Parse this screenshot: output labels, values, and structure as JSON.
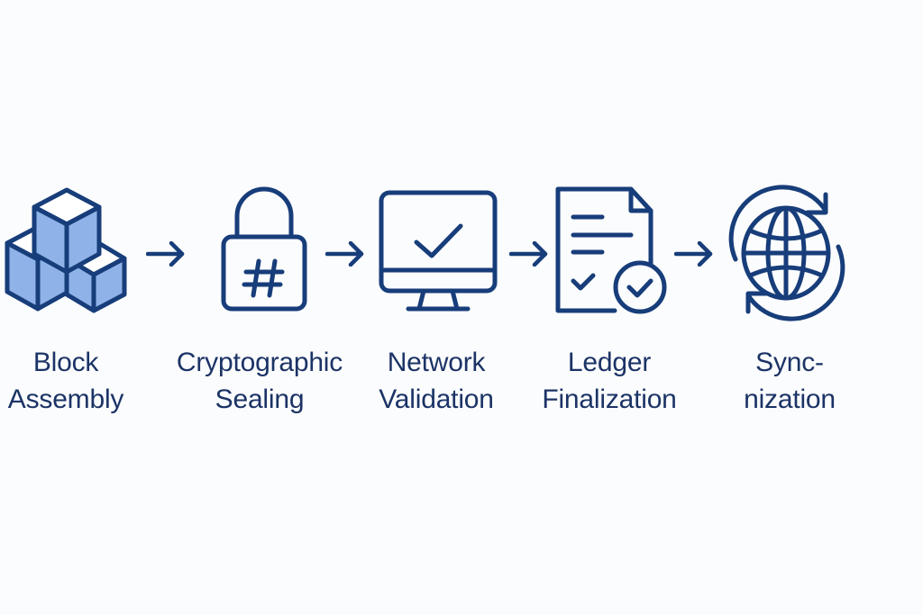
{
  "diagram": {
    "type": "process-flow",
    "colors": {
      "stroke": "#173d7a",
      "fill_light": "#8fb3e8",
      "text": "#1b3366",
      "background": "#fbfcfd"
    },
    "steps": [
      {
        "icon": "cubes-icon",
        "label_line1": "Block",
        "label_line2": "Assembly"
      },
      {
        "icon": "padlock-hash-icon",
        "label_line1": "Cryptographic",
        "label_line2": "Sealing"
      },
      {
        "icon": "monitor-check-icon",
        "label_line1": "Network",
        "label_line2": "Validation"
      },
      {
        "icon": "document-check-icon",
        "label_line1": "Ledger",
        "label_line2": "Finalization"
      },
      {
        "icon": "globe-sync-icon",
        "label_line1": "Sync-",
        "label_line2": "nization"
      }
    ],
    "connectors": [
      "arrow-right-icon",
      "arrow-right-icon",
      "arrow-right-icon",
      "arrow-right-icon"
    ]
  }
}
